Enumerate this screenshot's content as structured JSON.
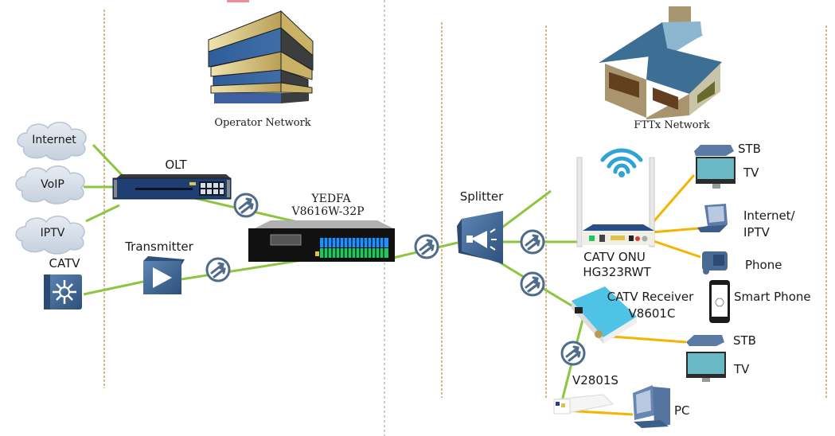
{
  "diagram": {
    "sections": {
      "operator": "Operator Network",
      "fttx": "FTTx Network"
    },
    "sources": {
      "internet": "Internet",
      "voip": "VoIP",
      "iptv": "IPTV",
      "catv": "CATV"
    },
    "devices": {
      "olt": "OLT",
      "transmitter": "Transmitter",
      "yedfa_line1": "YEDFA",
      "yedfa_line2": "V8616W-32P",
      "splitter": "Splitter",
      "onu_line1": "CATV  ONU",
      "onu_line2": "HG323RWT",
      "receiver_line1": "CATV  Receiver",
      "receiver_line2": "V8601C",
      "v2801s": "V2801S"
    },
    "endpoints": {
      "stb1": "STB",
      "tv1": "TV",
      "internet_iptv_line1": "Internet/",
      "internet_iptv_line2": "IPTV",
      "phone": "Phone",
      "smart_phone": "Smart  Phone",
      "stb2": "STB",
      "tv2": "TV",
      "pc": "PC"
    },
    "colors": {
      "fiber_link": "#8cc63f",
      "copper_link": "#f5b400",
      "zone_divider": "#c8a063",
      "center_divider": "#9a9a9a",
      "device_blue": "#3b6391",
      "coupler_ring": "#4e6b8c"
    }
  }
}
